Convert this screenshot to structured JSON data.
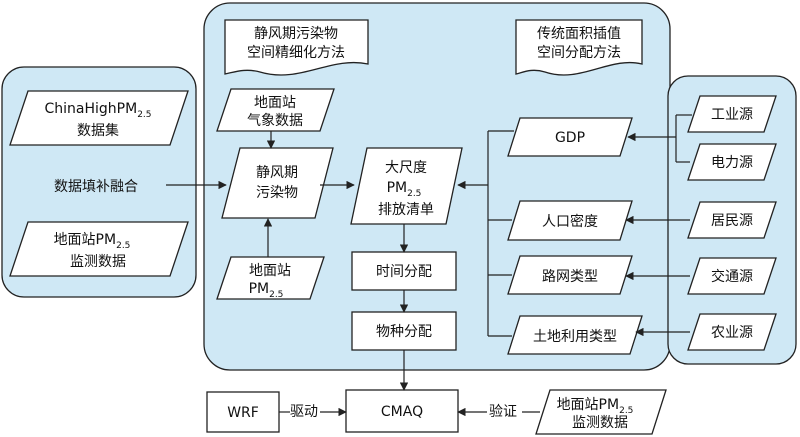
{
  "colors": {
    "region_fill": "#cfe8f5",
    "box_fill": "#ffffff",
    "stroke": "#222222"
  },
  "left_region": {
    "dataset1_line1": "ChinaHighPM",
    "dataset1_sub": "2.5",
    "dataset1_line2": "数据集",
    "fusion": "数据填补融合",
    "dataset2_line1": "地面站PM",
    "dataset2_sub": "2.5",
    "dataset2_line2": "监测数据"
  },
  "middle_region": {
    "banner1_line1": "静风期污染物",
    "banner1_line2": "空间精细化方法",
    "banner2_line1": "传统面积插值",
    "banner2_line2": "空间分配方法",
    "met_line1": "地面站",
    "met_line2": "气象数据",
    "calm_line1": "静风期",
    "calm_line2": "污染物",
    "pm_station_line1": "地面站",
    "pm_station_line2": "PM",
    "pm_station_sub": "2.5",
    "inventory_line1": "大尺度",
    "inventory_line2": "PM",
    "inventory_sub": "2.5",
    "inventory_line3": "排放清单",
    "time_alloc": "时间分配",
    "species_alloc": "物种分配",
    "proxies": [
      "GDP",
      "人口密度",
      "路网类型",
      "土地利用类型"
    ]
  },
  "right_region": {
    "sources": [
      "工业源",
      "电力源",
      "居民源",
      "交通源",
      "农业源"
    ]
  },
  "bottom": {
    "wrf": "WRF",
    "drive": "驱动",
    "cmaq": "CMAQ",
    "verify": "验证",
    "obs_line1": "地面站PM",
    "obs_sub": "2.5",
    "obs_line2": "监测数据"
  }
}
